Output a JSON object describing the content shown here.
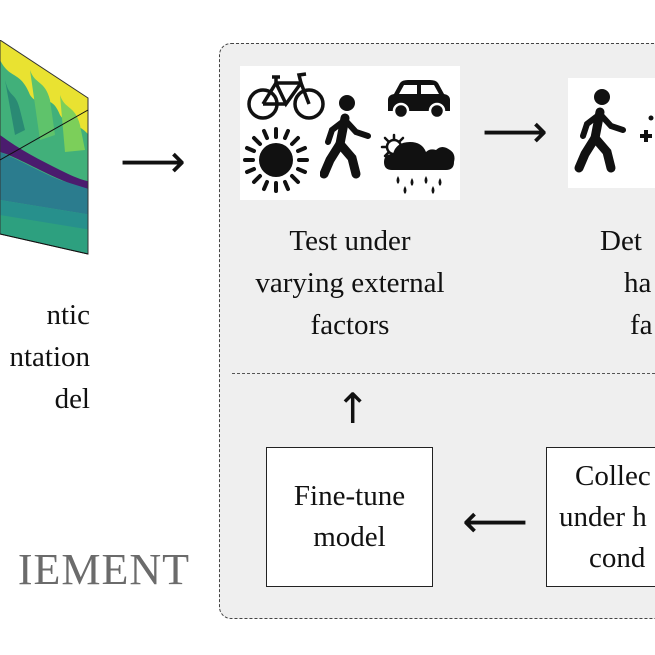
{
  "left_column": {
    "caption_lines": [
      "ntic",
      "ntation",
      "del"
    ],
    "bottom_word": "IEMENT"
  },
  "panel": {
    "test_caption_lines": [
      "Test under",
      "varying external",
      "factors"
    ],
    "detect_caption_lines": [
      "Det",
      "ha",
      "fa"
    ],
    "finetune_lines": [
      "Fine-tune",
      "model"
    ],
    "collect_lines": [
      "Collec",
      "under h",
      "cond"
    ]
  },
  "arrows": {
    "right": "⟶",
    "left": "⟵",
    "up": "↑"
  },
  "icons": [
    "bicycle-icon",
    "car-icon",
    "pedestrian-icon",
    "sun-icon",
    "rain-cloud-icon",
    "walker-plus-icon"
  ]
}
